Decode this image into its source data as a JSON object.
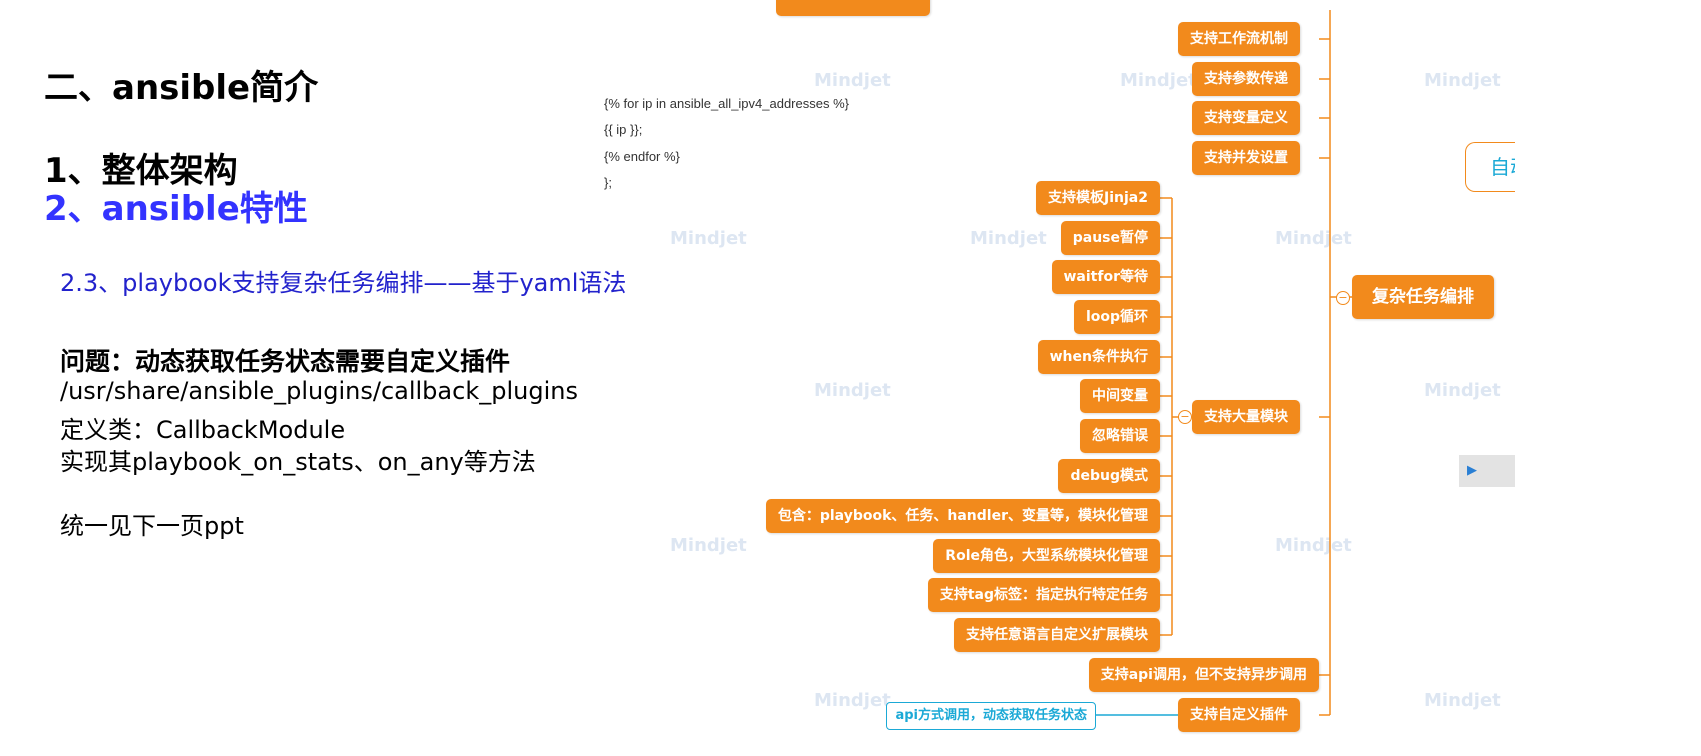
{
  "slide": {
    "title": "二、ansible简介",
    "section1": "1、整体架构",
    "section2": "2、ansible特性",
    "subsection": "2.3、playbook支持复杂任务编排——基于yaml语法",
    "question_title": "问题：动态获取任务状态需要自定义插件",
    "question_lines": [
      "/usr/share/ansible_plugins/callback_plugins",
      "定义类：CallbackModule",
      "实现其playbook_on_stats、on_any等方法"
    ],
    "note": "统一见下一页ppt",
    "code_lines": [
      "{% for ip in ansible_all_ipv4_addresses %}",
      "{{ ip }};",
      "{% endfor %}",
      "};"
    ]
  },
  "mindmap": {
    "central": "复杂任务编排",
    "partial_node": "自动",
    "mid_node": "支持大量模块",
    "top_nodes": [
      "支持工作流机制",
      "支持参数传递",
      "支持变量定义",
      "支持并发设置"
    ],
    "module_nodes": [
      "支持模板Jinja2",
      "pause暂停",
      "waitfor等待",
      "loop循环",
      "when条件执行",
      "中间变量",
      "忽略错误",
      "debug模式",
      "包含：playbook、任务、handler、变量等，模块化管理",
      "Role角色，大型系统模块化管理",
      "支持tag标签：指定执行特定任务",
      "支持任意语言自定义扩展模块"
    ],
    "api_node": "支持api调用，但不支持异步调用",
    "plugin_node": "支持自定义插件",
    "plugin_child": "api方式调用，动态获取任务状态",
    "collapse_symbol": "−",
    "play_symbol": "▶",
    "watermark": "Mindjet",
    "colors": {
      "node": "#f28a1c",
      "link": "#1ba9d6",
      "heading_blue": "#3333ff"
    }
  }
}
